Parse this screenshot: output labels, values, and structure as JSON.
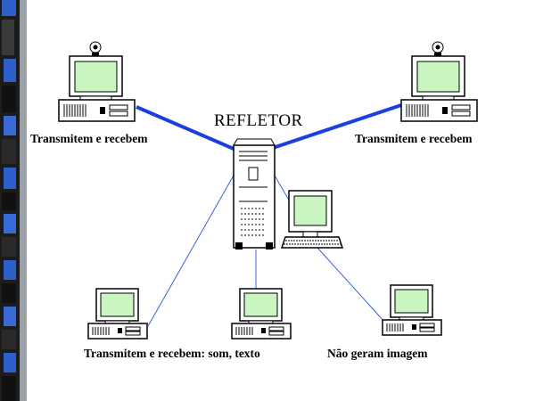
{
  "diagram": {
    "reflector_label": "REFLETOR",
    "top_left_label": "Transmitem e recebem",
    "top_right_label": "Transmitem e recebem",
    "bottom_left_label": "Transmitem e recebem: som, texto",
    "bottom_right_label": "Não geram imagem"
  },
  "colors": {
    "thick_link": "#1a3fe0",
    "thin_link": "#3a5fe8",
    "screen": "#c8f5c0",
    "outline": "#000000",
    "stripe_blue": "#2f5fc8",
    "stripe_dark": "#1a1a1a"
  },
  "icons": [
    "webcam-icon",
    "crt-monitor-icon",
    "desktop-case-icon",
    "tower-server-icon",
    "keyboard-icon"
  ]
}
